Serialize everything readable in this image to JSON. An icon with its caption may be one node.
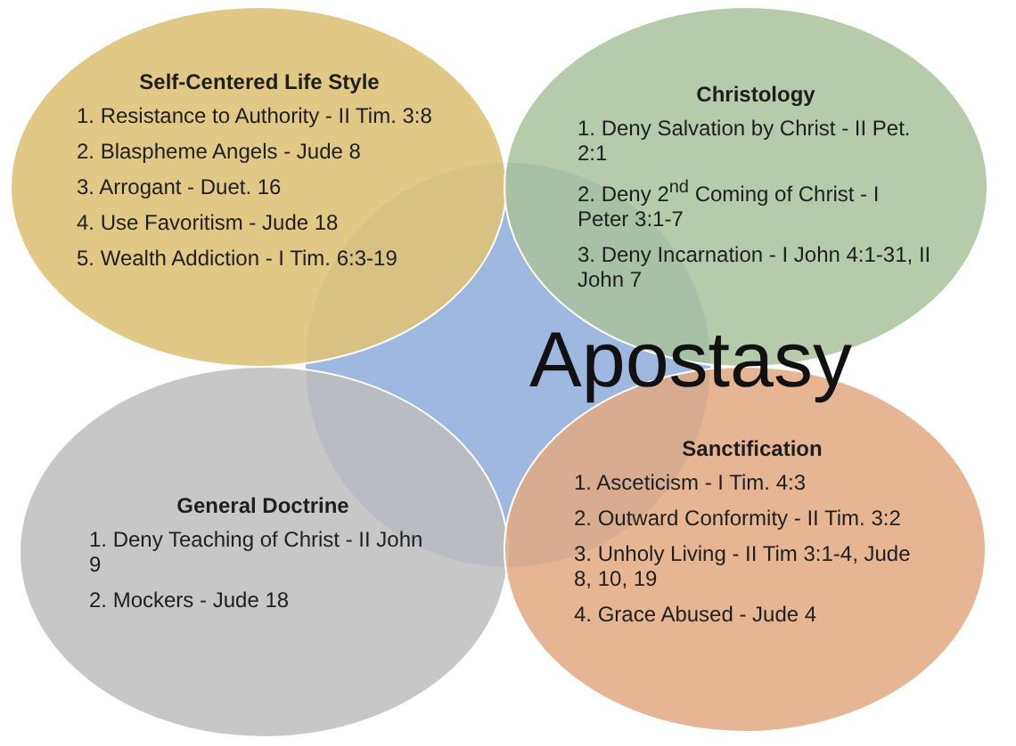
{
  "diagram": {
    "nodes": [
      {
        "text": [
          "Self-Centered Life Style",
          "1. Resistance to Authority - II Tim. 3:8",
          "2. Blaspheme Angels - Jude 8",
          "3. Arrogant - Duet. 16",
          "4. Use Favoritism - Jude 18",
          "5. Wealth Addiction  - I Tim. 6:3-19"
        ]
      },
      {
        "text": [
          "Christology",
          "1. Deny Salvation by Christ - II Pet. 2:1",
          "2. Deny 2$^{nd}$ Coming of Christ - I Peter 3:1-7",
          "3. Deny Incarnation - I John 4:1-31, II John 7"
        ]
      },
      {
        "text": [
          "Apostasy"
        ]
      },
      {
        "text": [
          "General Doctrine",
          "1. Deny Teaching of Christ - II John 9",
          "2. Mockers - Jude 18"
        ]
      },
      {
        "text": [
          "Sanctification",
          "1. Asceticism -  I Tim. 4:3",
          "2. Outward Conformity -  II Tim. 3:2",
          "3. Unholy Living - II Tim 3:1-4, Jude 8, 10, 19",
          "4. Grace Abused - Jude 4"
        ]
      }
    ]
  }
}
